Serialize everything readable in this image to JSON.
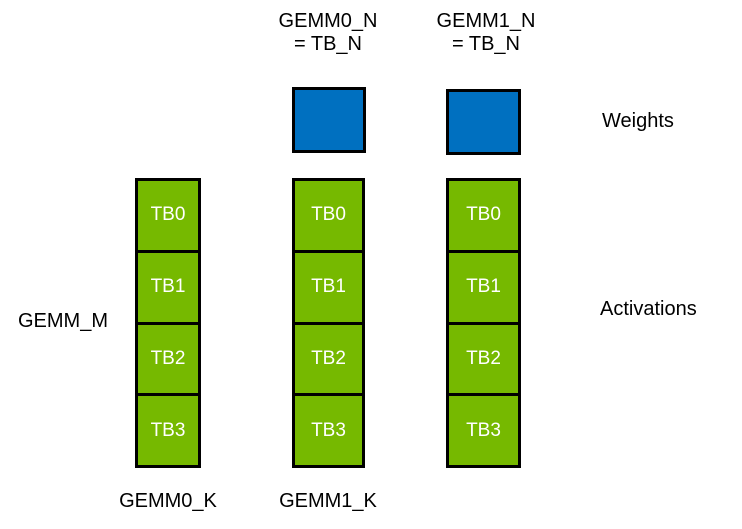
{
  "diagram": {
    "top_labels": [
      {
        "line1": "GEMM0_N",
        "line2": "= TB_N"
      },
      {
        "line1": "GEMM1_N",
        "line2": "= TB_N"
      }
    ],
    "side_labels": {
      "weights": "Weights",
      "activations": "Activations",
      "gemm_m": "GEMM_M"
    },
    "bottom_labels": [
      {
        "label": "GEMM0_K"
      },
      {
        "label": "GEMM1_K"
      }
    ],
    "weight_blocks": [
      {
        "name": "gemm0-weight-tile"
      },
      {
        "name": "gemm1-weight-tile"
      }
    ],
    "activation_columns": [
      {
        "name": "activation-column-left",
        "cells": [
          "TB0",
          "TB1",
          "TB2",
          "TB3"
        ]
      },
      {
        "name": "activation-column-gemm0",
        "cells": [
          "TB0",
          "TB1",
          "TB2",
          "TB3"
        ]
      },
      {
        "name": "activation-column-gemm1",
        "cells": [
          "TB0",
          "TB1",
          "TB2",
          "TB3"
        ]
      }
    ],
    "colors": {
      "weights": "#0070c0",
      "activations": "#76b900",
      "border": "#000000",
      "text": "#000000",
      "cell_text": "#ffffff"
    }
  }
}
